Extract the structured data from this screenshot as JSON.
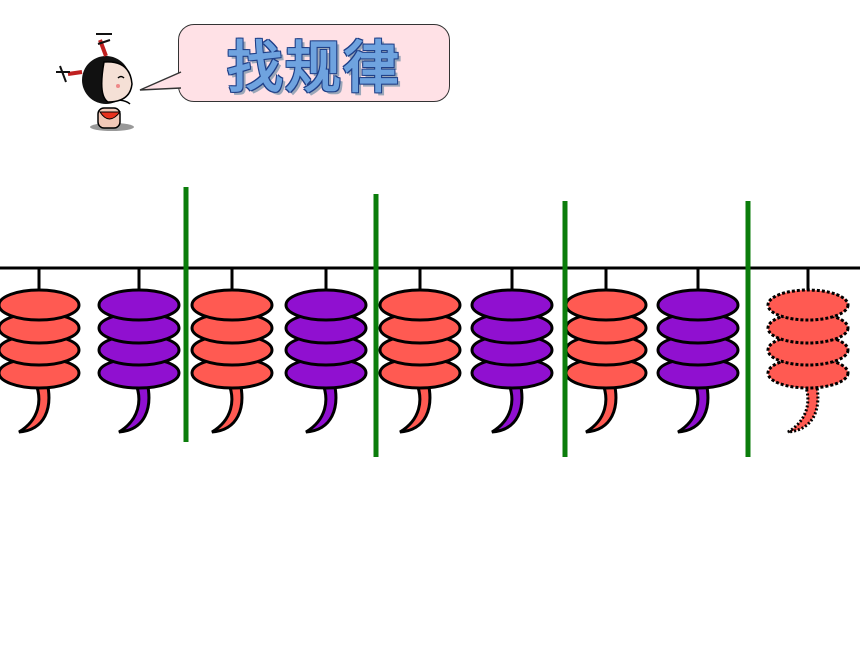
{
  "title": "找规律",
  "colors": {
    "red": "#ff5a52",
    "purple": "#9010d0",
    "divider": "#0b7d0b",
    "outline": "#000000",
    "bubble": "#ffe1e6"
  },
  "sequence": [
    "red",
    "purple",
    "red",
    "purple",
    "red",
    "purple",
    "red",
    "purple",
    "red"
  ],
  "dividers_after": [
    2,
    4,
    6,
    8
  ],
  "last_item_dashed": true
}
